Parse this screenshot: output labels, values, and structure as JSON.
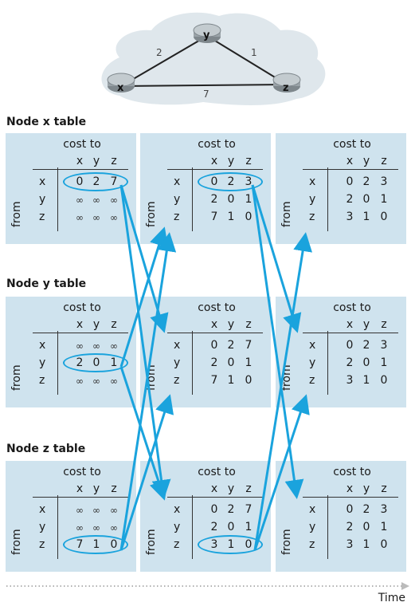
{
  "topology": {
    "nodes": [
      "x",
      "y",
      "z"
    ],
    "edges": [
      {
        "from": "x",
        "to": "y",
        "cost": "2"
      },
      {
        "from": "y",
        "to": "z",
        "cost": "1"
      },
      {
        "from": "x",
        "to": "z",
        "cost": "7"
      }
    ]
  },
  "labels": {
    "cost_to": "cost to",
    "from": "from",
    "col_headers": [
      "x",
      "y",
      "z"
    ],
    "row_headers": [
      "x",
      "y",
      "z"
    ],
    "time": "Time"
  },
  "sections": [
    {
      "title": "Node x table",
      "tables": [
        {
          "rows": [
            [
              "0",
              "2",
              "7"
            ],
            [
              "∞",
              "∞",
              "∞"
            ],
            [
              "∞",
              "∞",
              "∞"
            ]
          ],
          "highlight_row": 0
        },
        {
          "rows": [
            [
              "0",
              "2",
              "3"
            ],
            [
              "2",
              "0",
              "1"
            ],
            [
              "7",
              "1",
              "0"
            ]
          ],
          "highlight_row": 0
        },
        {
          "rows": [
            [
              "0",
              "2",
              "3"
            ],
            [
              "2",
              "0",
              "1"
            ],
            [
              "3",
              "1",
              "0"
            ]
          ],
          "highlight_row": null
        }
      ]
    },
    {
      "title": "Node y table",
      "tables": [
        {
          "rows": [
            [
              "∞",
              "∞",
              "∞"
            ],
            [
              "2",
              "0",
              "1"
            ],
            [
              "∞",
              "∞",
              "∞"
            ]
          ],
          "highlight_row": 1
        },
        {
          "rows": [
            [
              "0",
              "2",
              "7"
            ],
            [
              "2",
              "0",
              "1"
            ],
            [
              "7",
              "1",
              "0"
            ]
          ],
          "highlight_row": null
        },
        {
          "rows": [
            [
              "0",
              "2",
              "3"
            ],
            [
              "2",
              "0",
              "1"
            ],
            [
              "3",
              "1",
              "0"
            ]
          ],
          "highlight_row": null
        }
      ]
    },
    {
      "title": "Node z table",
      "tables": [
        {
          "rows": [
            [
              "∞",
              "∞",
              "∞"
            ],
            [
              "∞",
              "∞",
              "∞"
            ],
            [
              "7",
              "1",
              "0"
            ]
          ],
          "highlight_row": 2
        },
        {
          "rows": [
            [
              "0",
              "2",
              "7"
            ],
            [
              "2",
              "0",
              "1"
            ],
            [
              "3",
              "1",
              "0"
            ]
          ],
          "highlight_row": 2
        },
        {
          "rows": [
            [
              "0",
              "2",
              "3"
            ],
            [
              "2",
              "0",
              "1"
            ],
            [
              "3",
              "1",
              "0"
            ]
          ],
          "highlight_row": null
        }
      ]
    }
  ],
  "colors": {
    "panel": "#cfe3ee",
    "arrow": "#1aa3dd",
    "cloud": "#dfe7ec",
    "router": "#9aa3a8"
  }
}
